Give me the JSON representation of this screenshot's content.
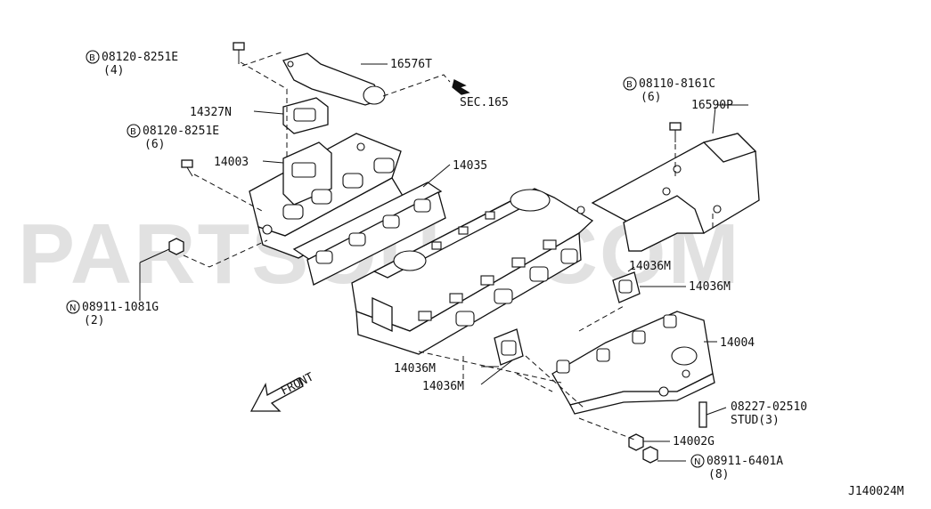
{
  "watermark": "PARTSOUQ.COM",
  "diagram_code": "J140024M",
  "front_label": "FRONT",
  "callouts": [
    {
      "id": "c1",
      "mark": "B",
      "text": "08120-8251E",
      "sub": "(4)"
    },
    {
      "id": "c2",
      "mark": "",
      "text": "16576T",
      "sub": ""
    },
    {
      "id": "c3",
      "mark": "",
      "text": "SEC.165",
      "sub": ""
    },
    {
      "id": "c4",
      "mark": "",
      "text": "14327N",
      "sub": ""
    },
    {
      "id": "c5",
      "mark": "B",
      "text": "08120-8251E",
      "sub": "(6)"
    },
    {
      "id": "c6",
      "mark": "",
      "text": "14003",
      "sub": ""
    },
    {
      "id": "c7",
      "mark": "",
      "text": "14035",
      "sub": ""
    },
    {
      "id": "c8",
      "mark": "N",
      "text": "08911-1081G",
      "sub": "(2)"
    },
    {
      "id": "c9",
      "mark": "B",
      "text": "08110-8161C",
      "sub": "(6)"
    },
    {
      "id": "c10",
      "mark": "",
      "text": "16590P",
      "sub": ""
    },
    {
      "id": "c11",
      "mark": "",
      "text": "14036M",
      "sub": ""
    },
    {
      "id": "c12",
      "mark": "",
      "text": "14036M",
      "sub": ""
    },
    {
      "id": "c13",
      "mark": "",
      "text": "14004",
      "sub": ""
    },
    {
      "id": "c14",
      "mark": "",
      "text": "14036M",
      "sub": ""
    },
    {
      "id": "c15",
      "mark": "",
      "text": "14036M",
      "sub": ""
    },
    {
      "id": "c16",
      "mark": "",
      "text": "08227-02510",
      "sub": "STUD(3)"
    },
    {
      "id": "c17",
      "mark": "",
      "text": "14002G",
      "sub": ""
    },
    {
      "id": "c18",
      "mark": "N",
      "text": "08911-6401A",
      "sub": "(8)"
    }
  ]
}
